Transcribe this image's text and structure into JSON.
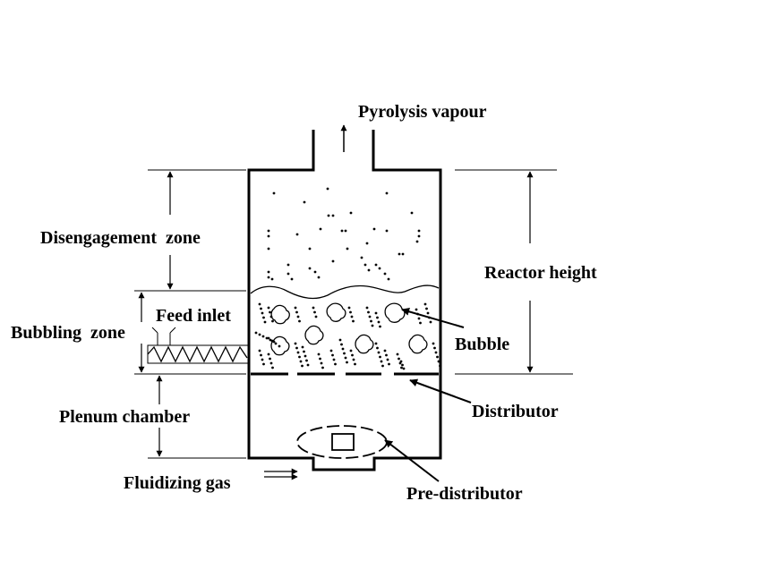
{
  "labels": {
    "pyrolysis_vapour": "Pyrolysis vapour",
    "disengagement_zone": "Disengagement  zone",
    "bubbling_zone": "Bubbling  zone",
    "feed_inlet": "Feed inlet",
    "plenum_chamber": "Plenum chamber",
    "fluidizing_gas": "Fluidizing gas",
    "reactor_height": "Reactor height",
    "bubble": "Bubble",
    "distributor": "Distributor",
    "pre_distributor": "Pre-distributor"
  }
}
